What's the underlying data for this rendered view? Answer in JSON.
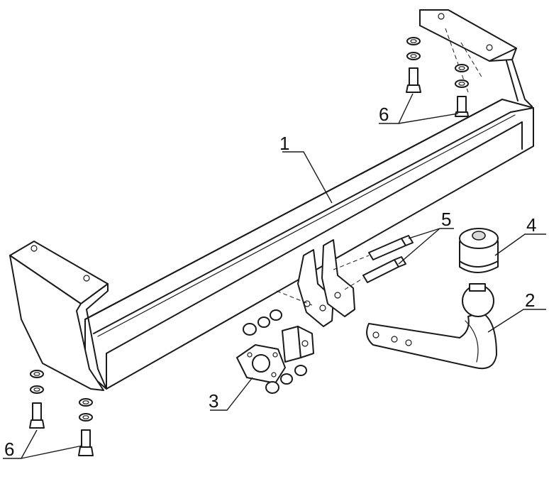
{
  "callouts": {
    "c1": "1",
    "c2": "2",
    "c3": "3",
    "c4": "4",
    "c5": "5",
    "c6_top": "6",
    "c6_bottom": "6"
  },
  "parts": [
    {
      "number": "1",
      "name": "crossbeam"
    },
    {
      "number": "2",
      "name": "tow-ball-neck"
    },
    {
      "number": "3",
      "name": "socket-plate"
    },
    {
      "number": "4",
      "name": "ball-cover-cap"
    },
    {
      "number": "5",
      "name": "mounting-bolts"
    },
    {
      "number": "6",
      "name": "bracket-bolts"
    }
  ]
}
